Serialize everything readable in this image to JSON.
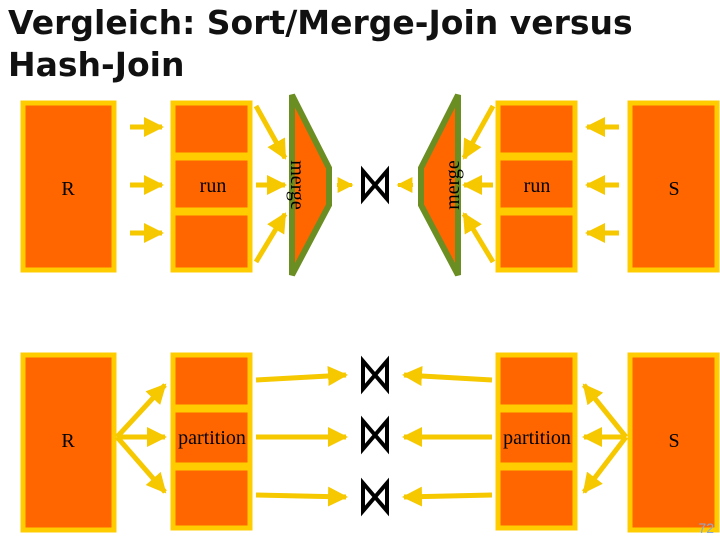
{
  "title": "Vergleich: Sort/Merge-Join versus Hash-Join",
  "top": {
    "left_relation": "R",
    "right_relation": "S",
    "left_box_label": "run",
    "right_box_label": "run",
    "left_merge_label": "merge",
    "right_merge_label": "merge"
  },
  "bottom": {
    "left_relation": "R",
    "right_relation": "S",
    "left_box_label": "partition",
    "right_box_label": "partition"
  },
  "page_number": "72",
  "colors": {
    "fill": "#ff6600",
    "border": "#ffcc00",
    "arrow": "#f5c800",
    "merge_fill": "#6b8e23",
    "join_symbol": "#000000"
  }
}
